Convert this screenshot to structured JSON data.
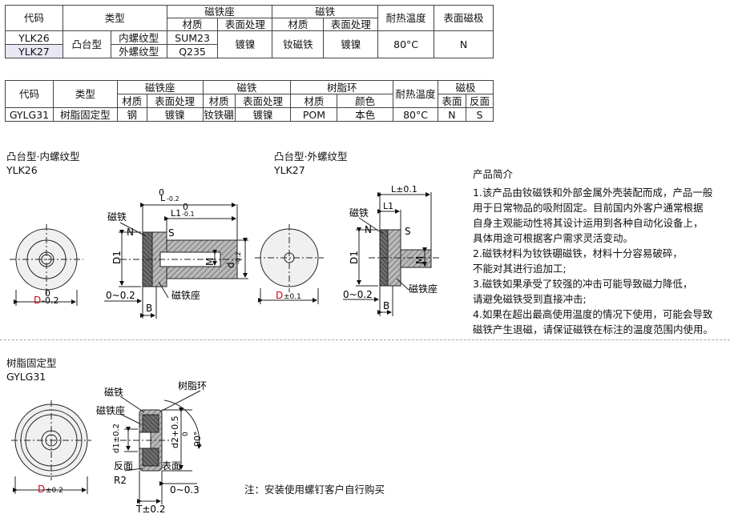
{
  "table1": {
    "hdr_code": "代码",
    "hdr_type": "类型",
    "hdr_seat": "磁铁座",
    "hdr_magnet": "磁铁",
    "hdr_temp": "耐热温度",
    "hdr_pole": "表面磁极",
    "hdr_material": "材质",
    "hdr_surface": "表面处理",
    "rows": [
      {
        "code": "YLK26",
        "type": "凸台型",
        "subtype": "内螺纹型",
        "seat_material": "SUM23",
        "seat_surface": "镀镍",
        "magnet_material": "钕磁铁",
        "magnet_surface": "镀镍",
        "temp": "80°C",
        "pole": "N"
      },
      {
        "code": "YLK27",
        "subtype": "外螺纹型",
        "seat_material": "Q235"
      }
    ]
  },
  "table2": {
    "hdr_code": "代码",
    "hdr_type": "类型",
    "hdr_seat": "磁铁座",
    "hdr_magnet": "磁铁",
    "hdr_resin": "树脂环",
    "hdr_temp": "耐热温度",
    "hdr_pole": "磁极",
    "hdr_material": "材质",
    "hdr_surface": "表面处理",
    "hdr_color": "颜色",
    "hdr_face": "表面",
    "hdr_back": "反面",
    "row": {
      "code": "GYLG31",
      "type": "树脂固定型",
      "seat_material": "钢",
      "seat_surface": "镀镍",
      "magnet_material": "钕铁硼",
      "magnet_surface": "镀镍",
      "resin_material": "POM",
      "resin_color": "本色",
      "temp": "80°C",
      "face": "N",
      "back": "S"
    }
  },
  "drawing1": {
    "title": "凸台型·内螺纹型",
    "code": "YLK26",
    "dim_L": "L",
    "dim_L_tol": "-0.2",
    "dim_L1": "L1",
    "dim_L1_tol": "-0.1",
    "tol_zero": "0",
    "lbl_magnet": "磁铁",
    "lbl_N": "N",
    "lbl_S": "S",
    "lbl_D1": "D1",
    "lbl_M": "M",
    "lbl_d": "d",
    "lbl_d_tol": "-0.2",
    "lbl_gap": "0~0.2",
    "lbl_B": "B",
    "lbl_seat": "磁铁座",
    "lbl_D": "D",
    "lbl_D_tol": "-0.2"
  },
  "drawing2": {
    "title": "凸台型·外螺纹型",
    "code": "YLK27",
    "dim_L": "L±0.1",
    "dim_L1": "L1",
    "lbl_magnet": "磁铁",
    "lbl_N": "N",
    "lbl_S": "S",
    "lbl_D1": "D1",
    "lbl_M": "M",
    "lbl_seat": "磁铁座",
    "lbl_gap": "0~0.2",
    "lbl_B": "B",
    "lbl_D": "D",
    "lbl_D_tol": "±0.1"
  },
  "drawing3": {
    "title": "树脂固定型",
    "code": "GYLG31",
    "lbl_magnet": "磁铁",
    "lbl_resin": "树脂环",
    "lbl_seat": "磁铁座",
    "lbl_d1": "d1±0.2",
    "lbl_d2": "d2+0.5",
    "lbl_d2_tol": "0",
    "lbl_angle": "90°",
    "lbl_back": "反面",
    "lbl_face": "表面",
    "lbl_R2": "R2",
    "lbl_gap": "0~0.3",
    "lbl_T": "T±0.2",
    "lbl_D": "D",
    "lbl_D_tol": "±0.2"
  },
  "intro": {
    "title": "产品简介",
    "lines": [
      "1.该产品由钕磁铁和外部金属外壳装配而成，产品一般",
      "用于日常物品的吸附固定。目前国内外客户通常根据",
      "自身主观能动性将其设计运用到各种自动化设备上，",
      "具体用途可根据客户需求灵活变动。",
      "2.磁铁材料为钕铁硼磁铁，材料十分容易破碎，",
      "不能对其进行追加工;",
      "3.磁铁如果承受了较强的冲击可能导致磁力降低，",
      "请避免磁铁受到直接冲击;",
      "4.如果在超出最高使用温度的情况下使用，可能会导致",
      "磁铁产生退磁，请保证磁铁在标注的温度范围内使用。"
    ]
  },
  "note": "注：安装使用螺钉客户自行购买",
  "colors": {
    "accent_red": "#d0021b",
    "row_highlight": "#e8e8f4"
  }
}
